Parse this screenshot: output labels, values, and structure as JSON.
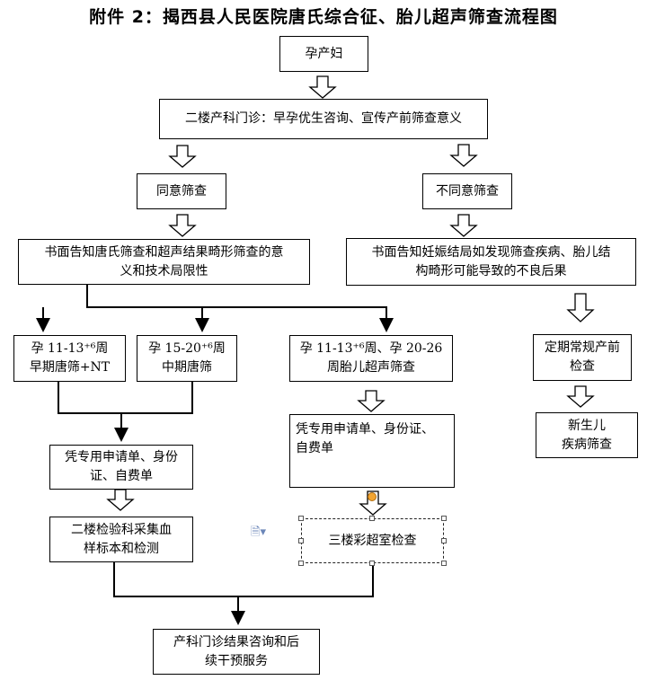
{
  "title": "附件 2：揭西县人民医院唐氏综合征、胎儿超声筛查流程图",
  "nodes": {
    "pregnant": "孕产妇",
    "clinic": "二楼产科门诊：早孕优生咨询、宣传产前筛查意义",
    "agree": "同意筛查",
    "disagree": "不同意筛查",
    "inform_agree": "书面告知唐氏筛查和超声结果畸形筛查的意\n义和技术局限性",
    "inform_disagree": "书面告知妊娠结局如发现筛查疾病、胎儿结\n构畸形可能导致的不良后果",
    "early": "孕 11-13⁺⁶周\n早期唐筛+NT",
    "mid": "孕 15-20⁺⁶周\n中期唐筛",
    "ultrasound": "孕 11-13⁺⁶周、孕 20-26\n周胎儿超声筛查",
    "routine": "定期常规产前\n检查",
    "newborn": "新生儿\n疾病筛查",
    "docs_left": "凭专用申请单、身份\n证、自费单",
    "docs_right": "凭专用申请单、身份证、\n自费单",
    "lab": "二楼检验科采集血\n样标本和检测",
    "ultra_room": "三楼彩超室检查",
    "result": "产科门诊结果咨询和后\n续干预服务"
  },
  "icons": {
    "doc_icon": "document-icon"
  }
}
